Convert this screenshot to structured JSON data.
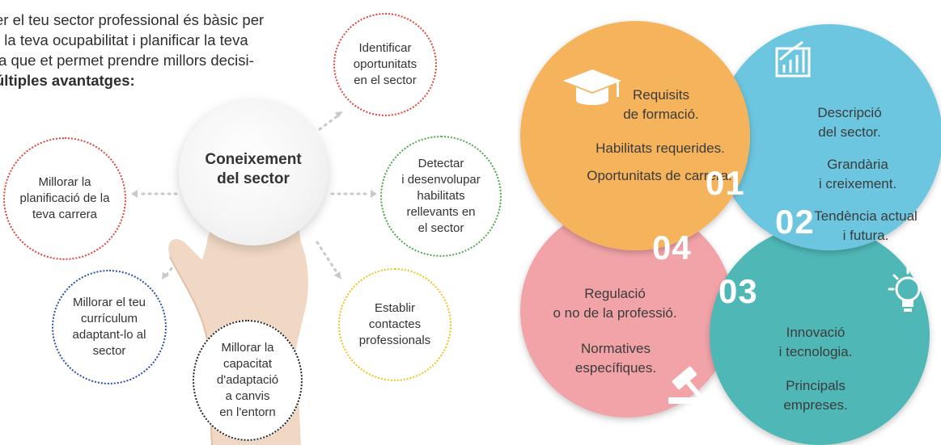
{
  "intro": {
    "lines": [
      "er el teu sector professional és bàsic per",
      "r la teva ocupabilitat i planificar la teva",
      " ja que et permet prendre millors decisi-"
    ],
    "bold_line": "últiples avantatges:"
  },
  "center": {
    "label": "Coneixement\ndel sector"
  },
  "benefits": [
    {
      "label": "Identificar\noportunitats\nen el sector",
      "color": "#e3423d"
    },
    {
      "label": "Detectar\ni desenvolupar\nhabilitats\nrellevants en\nel sector",
      "color": "#4aa84a"
    },
    {
      "label": "Establir\ncontactes\nprofessionals",
      "color": "#f0c419"
    },
    {
      "label": "Millorar la\ncapacitat\nd'adaptació\na canvis\nen l'entorn",
      "color": "#222222"
    },
    {
      "label": "Millorar el teu\ncurrículum\nadaptant-lo al\nsector",
      "color": "#2a4fa8"
    },
    {
      "label": "Millorar la\nplanificació de la\nteva carrera",
      "color": "#e3423d"
    }
  ],
  "petals": [
    {
      "number": "01",
      "color": "#f5b35c",
      "text1": "Requisits\nde formació.",
      "text2": "Habilitats requerides.",
      "text3": "Oportunitats de carrera.",
      "icon": "graduation-cap-icon"
    },
    {
      "number": "02",
      "color": "#6cc6e0",
      "text1": "Descripció\ndel sector.",
      "text2": "Grandària\ni creixement.",
      "text3": "Tendència actual\ni futura.",
      "icon": "bar-chart-icon"
    },
    {
      "number": "03",
      "color": "#4fb8b7",
      "text1": "Innovació\ni tecnologia.",
      "text2": "Principals\nempreses.",
      "icon": "lightbulb-icon"
    },
    {
      "number": "04",
      "color": "#f2a3a8",
      "text1": "Regulació\no no de la professió.",
      "text2": "Normatives\nespecífiques.",
      "icon": "gavel-icon"
    }
  ]
}
